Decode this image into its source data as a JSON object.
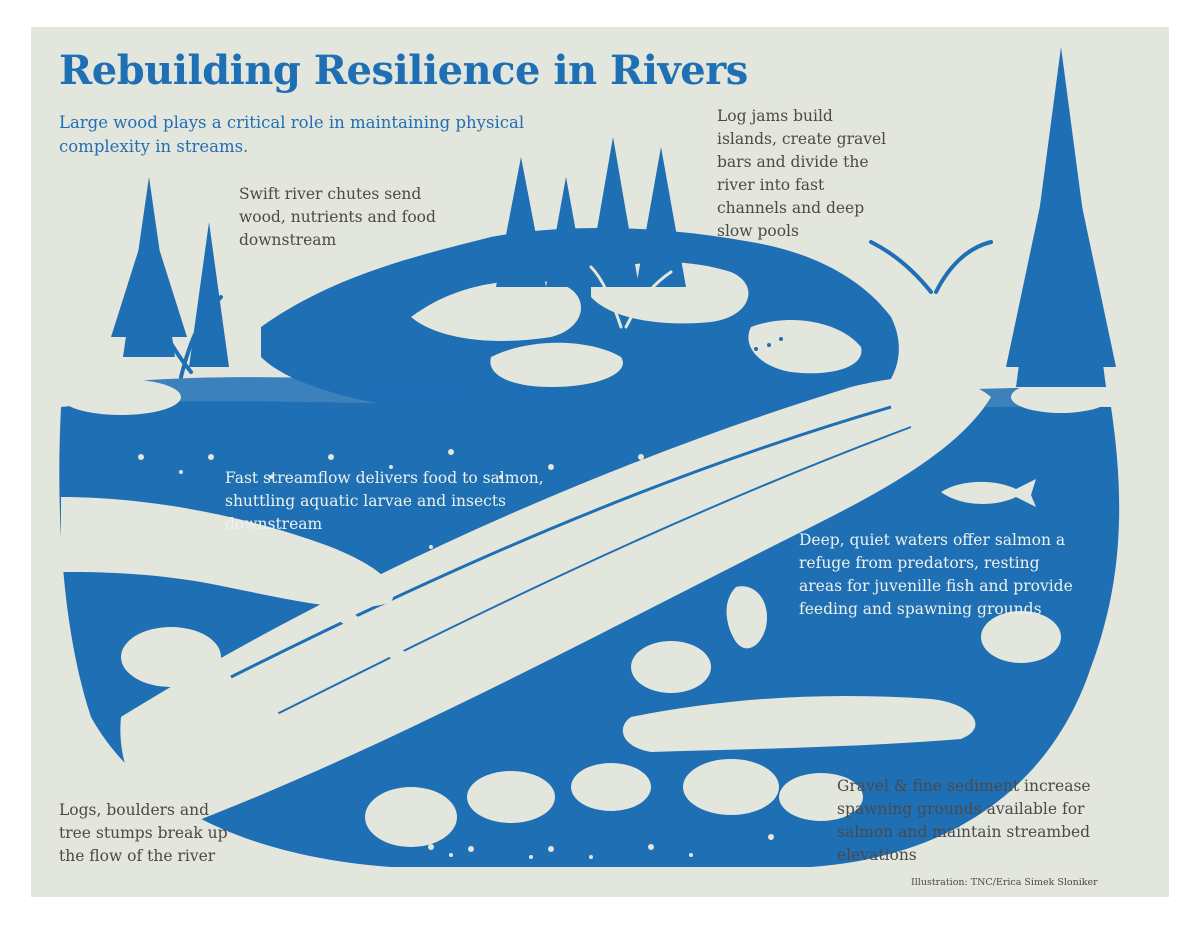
{
  "title": "Rebuilding Resilience in Rivers",
  "intro": "Large wood plays a critical role in maintaining physical complexity in streams.",
  "annotations": {
    "swift_chutes": "Swift river chutes send wood, nutrients and food downstream",
    "log_jams": "Log jams build islands, create gravel bars and divide the river into fast channels and deep slow pools",
    "fast_streamflow": "Fast streamflow delivers food to salmon, shuttling aquatic larvae and insects downstream",
    "deep_waters": "Deep, quiet waters offer salmon a refuge from predators, resting areas for juvenille fish and provide feeding and spawning grounds",
    "logs_boulders": "Logs, boulders and tree stumps break up the flow of the river",
    "gravel_sediment": "Gravel & fine sediment increase spawning grounds available for salmon and maintain streambed elevations"
  },
  "credit": "Illustration: TNC/Erica Simek Sloniker",
  "colors": {
    "background": "#e3e6dc",
    "water": "#1f6fb5",
    "text": "#4a4a4a",
    "accent": "#1f6fb5"
  },
  "icons": [
    "conifer-tree-icon",
    "fern-icon",
    "salmon-icon",
    "log-icon",
    "boulder-icon"
  ]
}
